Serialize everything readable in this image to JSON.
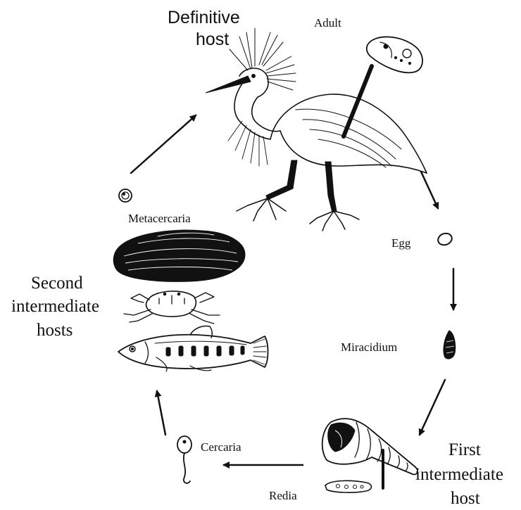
{
  "labels": {
    "definitive_host_line1": "Definitive",
    "definitive_host_line2": "host",
    "adult": "Adult",
    "egg": "Egg",
    "miracidium": "Miracidium",
    "first_host_line1": "First",
    "first_host_line2": "intermediate",
    "first_host_line3": "host",
    "redia": "Redia",
    "cercaria": "Cercaria",
    "second_hosts_line1": "Second",
    "second_hosts_line2": "intermediate",
    "second_hosts_line3": "hosts",
    "metacercaria": "Metacercaria"
  },
  "stages": [
    {
      "name": "adult",
      "host": "definitive-host"
    },
    {
      "name": "egg"
    },
    {
      "name": "miracidium"
    },
    {
      "name": "redia",
      "host": "first-intermediate-host"
    },
    {
      "name": "cercaria"
    },
    {
      "name": "metacercaria",
      "host": "second-intermediate-hosts"
    }
  ],
  "icons": {
    "definitive_host": "egret-icon",
    "adult": "adult-fluke-icon",
    "egg": "egg-icon",
    "miracidium": "miracidium-icon",
    "first_host": "snail-icon",
    "redia": "redia-icon",
    "cercaria": "cercaria-icon",
    "second_hosts": [
      "clam-icon",
      "crab-icon",
      "fish-icon"
    ],
    "metacercaria": "metacercaria-cyst-icon"
  },
  "colors": {
    "ink": "#111111",
    "background": "#ffffff"
  }
}
